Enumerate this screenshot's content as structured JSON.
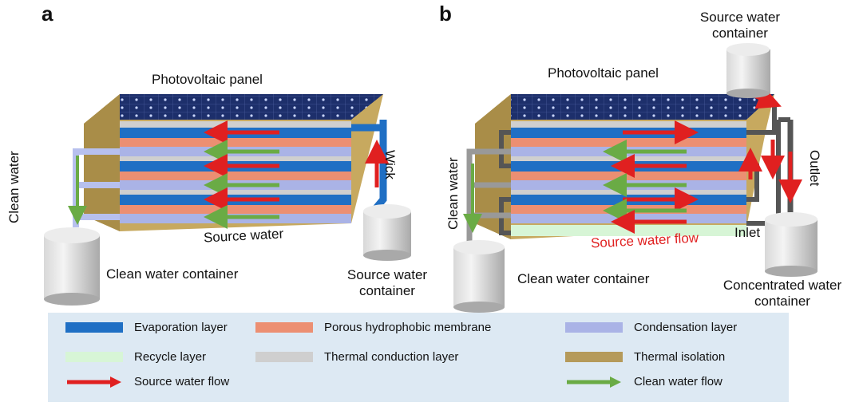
{
  "panels": {
    "a": {
      "letter": "a",
      "pv_label": "Photovoltaic panel",
      "clean_water": "Clean water",
      "wick": "Wick",
      "source_water": "Source water",
      "clean_container": "Clean water container",
      "source_container_1": "Source water",
      "source_container_2": "container"
    },
    "b": {
      "letter": "b",
      "pv_label": "Photovoltaic panel",
      "clean_water": "Clean water",
      "source_container_top_1": "Source water",
      "source_container_top_2": "container",
      "outlet": "Outlet",
      "inlet": "Inlet",
      "source_water_flow": "Source water flow",
      "clean_container": "Clean water container",
      "concentrated_1": "Concentrated water",
      "concentrated_2": "container"
    }
  },
  "legend": {
    "evaporation": {
      "label": "Evaporation layer",
      "color": "#1f6fc4"
    },
    "membrane": {
      "label": "Porous hydrophobic membrane",
      "color": "#ec8f72"
    },
    "condensation": {
      "label": "Condensation layer",
      "color": "#aab3e6"
    },
    "recycle": {
      "label": "Recycle layer",
      "color": "#d7f5d6"
    },
    "thermal_conduction": {
      "label": "Thermal conduction layer",
      "color": "#cfcfcf"
    },
    "thermal_isolation": {
      "label": "Thermal isolation",
      "color": "#b59a5a"
    },
    "source_flow": {
      "label": "Source water flow",
      "color": "#e02020"
    },
    "clean_flow": {
      "label": "Clean water flow",
      "color": "#6aab45"
    }
  }
}
